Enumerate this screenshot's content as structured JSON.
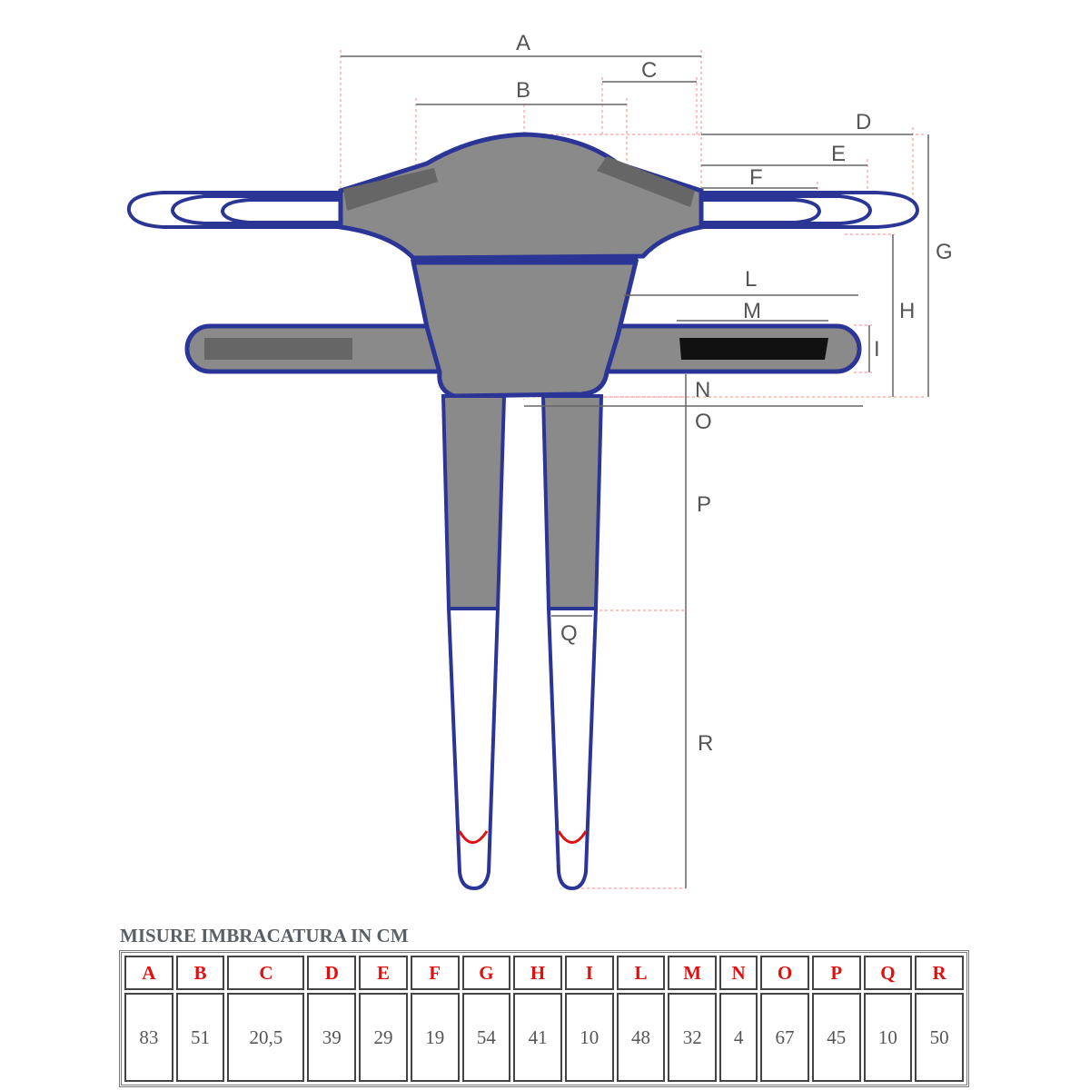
{
  "diagram": {
    "labels": {
      "A": "A",
      "B": "B",
      "C": "C",
      "D": "D",
      "E": "E",
      "F": "F",
      "G": "G",
      "H": "H",
      "I": "I",
      "L": "L",
      "M": "M",
      "N": "N",
      "O": "O",
      "P": "P",
      "Q": "Q",
      "R": "R"
    },
    "colors": {
      "outline": "#2b3596",
      "fabric": "#8a8a8a",
      "pad": "#666666",
      "guide": "#f08a8a",
      "accent": "#e01010"
    }
  },
  "table": {
    "title": "MISURE IMBRACATURA IN CM",
    "headers": [
      "A",
      "B",
      "C",
      "D",
      "E",
      "F",
      "G",
      "H",
      "I",
      "L",
      "M",
      "N",
      "O",
      "P",
      "Q",
      "R"
    ],
    "values": [
      "83",
      "51",
      "20,5",
      "39",
      "29",
      "19",
      "54",
      "41",
      "10",
      "48",
      "32",
      "4",
      "67",
      "45",
      "10",
      "50"
    ]
  }
}
